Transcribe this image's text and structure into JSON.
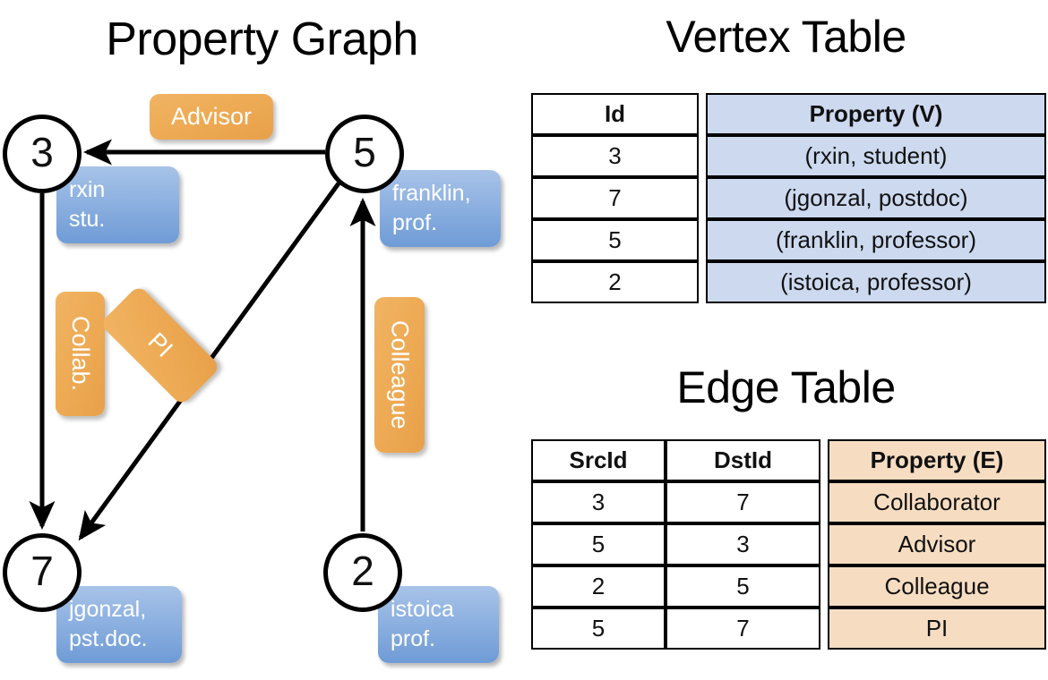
{
  "titles": {
    "property_graph": "Property Graph",
    "vertex_table": "Vertex Table",
    "edge_table": "Edge Table"
  },
  "graph": {
    "nodes": [
      {
        "id": "3",
        "property": [
          "rxin",
          "stu."
        ]
      },
      {
        "id": "5",
        "property": [
          "franklin,",
          "prof."
        ]
      },
      {
        "id": "7",
        "property": [
          "jgonzal,",
          "pst.doc."
        ]
      },
      {
        "id": "2",
        "property": [
          "istoica",
          "prof."
        ]
      }
    ],
    "edge_labels": {
      "advisor": "Advisor",
      "collab": "Collab.",
      "pi": "PI",
      "colleague": "Colleague"
    }
  },
  "vertex_table": {
    "headers": [
      "Id",
      "Property (V)"
    ],
    "rows": [
      {
        "id": "3",
        "property": "(rxin, student)"
      },
      {
        "id": "7",
        "property": "(jgonzal, postdoc)"
      },
      {
        "id": "5",
        "property": "(franklin, professor)"
      },
      {
        "id": "2",
        "property": "(istoica, professor)"
      }
    ]
  },
  "edge_table": {
    "headers": [
      "SrcId",
      "DstId",
      "Property (E)"
    ],
    "rows": [
      {
        "src": "3",
        "dst": "7",
        "property": "Collaborator"
      },
      {
        "src": "5",
        "dst": "3",
        "property": "Advisor"
      },
      {
        "src": "2",
        "dst": "5",
        "property": "Colleague"
      },
      {
        "src": "5",
        "dst": "7",
        "property": "PI"
      }
    ]
  },
  "colors": {
    "vertex_property_fill": "#ccd9ef",
    "edge_property_fill": "#f6ddc2",
    "node_property_box": "#8cb0e0",
    "edge_label_box": "#eeab55",
    "stroke": "#000000"
  }
}
